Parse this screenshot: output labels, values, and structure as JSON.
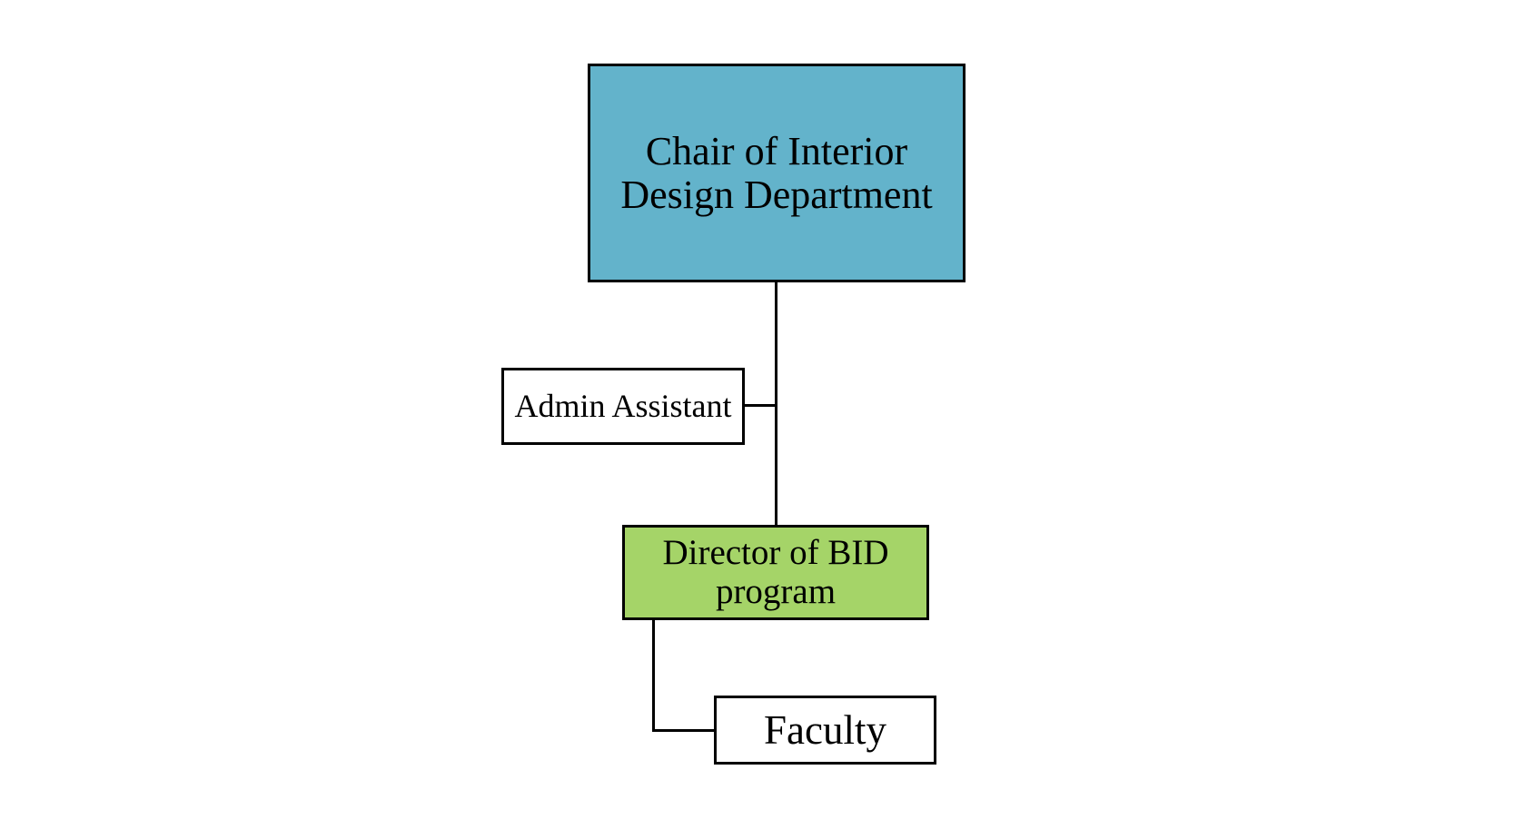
{
  "diagram": {
    "type": "org-chart",
    "nodes": [
      {
        "id": "chair",
        "label_line1": "Chair of Interior",
        "label_line2": "Design Department",
        "fill": "#63b3cb"
      },
      {
        "id": "admin",
        "label": "Admin Assistant",
        "fill": "#ffffff"
      },
      {
        "id": "director",
        "label_line1": "Director of BID",
        "label_line2": "program",
        "fill": "#a5d468"
      },
      {
        "id": "faculty",
        "label": "Faculty",
        "fill": "#ffffff"
      }
    ],
    "edges": [
      {
        "from": "chair",
        "to": "admin"
      },
      {
        "from": "chair",
        "to": "director"
      },
      {
        "from": "director",
        "to": "faculty"
      }
    ],
    "colors": {
      "line": "#000000",
      "border": "#000000",
      "background": "#ffffff"
    }
  }
}
